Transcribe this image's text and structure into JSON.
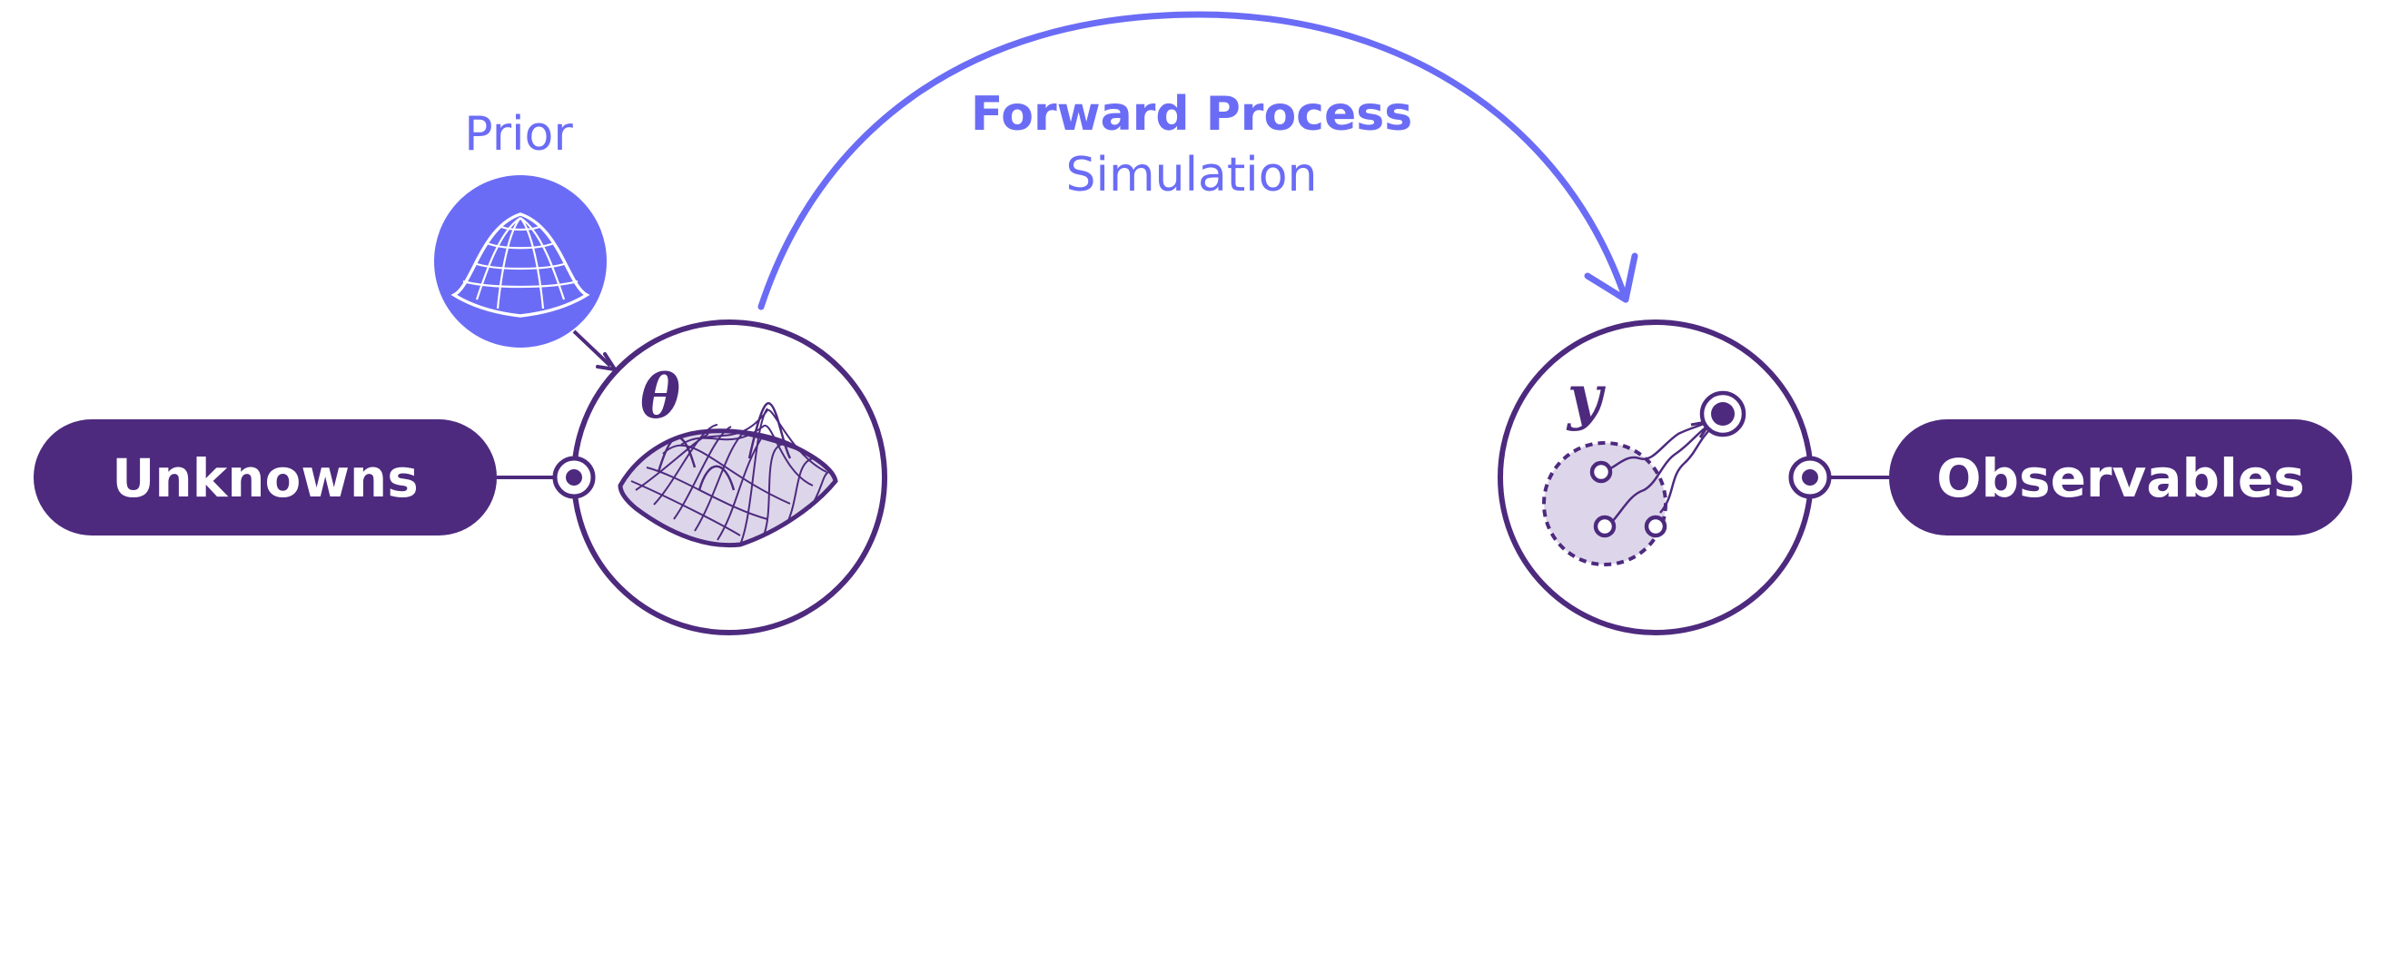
{
  "colors": {
    "dark_purple": "#4d2a7e",
    "accent_violet": "#6b6cf5",
    "light_fill": "#ddd6ea",
    "white": "#ffffff"
  },
  "unknowns": {
    "label": "Unknowns",
    "symbol": "θ"
  },
  "observables": {
    "label": "Observables",
    "symbol": "y"
  },
  "prior": {
    "label": "Prior"
  },
  "forward_process": {
    "title": "Forward Process",
    "subtitle": "Simulation"
  },
  "icons": {
    "prior": "gaussian-surface-icon",
    "unknowns": "multimodal-surface-icon",
    "observables": "sample-paths-icon"
  }
}
